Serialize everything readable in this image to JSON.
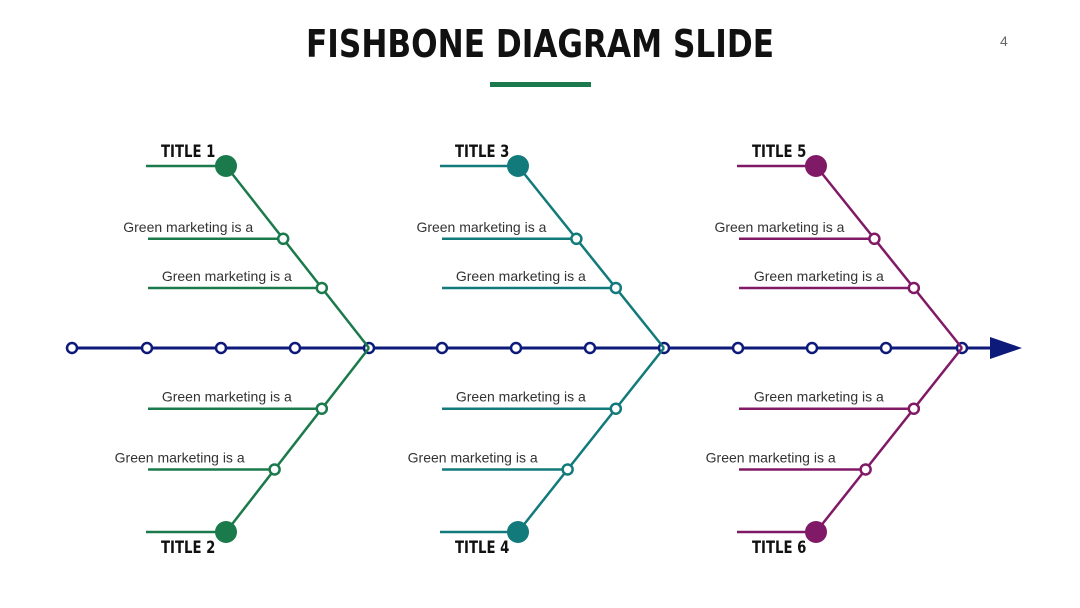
{
  "slide": {
    "title": "FISHBONE DIAGRAM SLIDE",
    "page_number": "4"
  },
  "colors": {
    "accent_green": "#1b7a4b",
    "spine": "#0d1a7a",
    "teal": "#127a7a",
    "purple": "#801a66"
  },
  "bones": [
    {
      "title": "TITLE 1",
      "color": "#1b7a4b",
      "labels": [
        "Green marketing is a",
        "Green marketing is a"
      ]
    },
    {
      "title": "TITLE 2",
      "color": "#1b7a4b",
      "labels": [
        "Green marketing is a",
        "Green marketing is a"
      ]
    },
    {
      "title": "TITLE 3",
      "color": "#127a7a",
      "labels": [
        "Green marketing is a",
        "Green marketing is a"
      ]
    },
    {
      "title": "TITLE 4",
      "color": "#127a7a",
      "labels": [
        "Green marketing is a",
        "Green marketing is a"
      ]
    },
    {
      "title": "TITLE 5",
      "color": "#801a66",
      "labels": [
        "Green marketing is a",
        "Green marketing is a"
      ]
    },
    {
      "title": "TITLE 6",
      "color": "#801a66",
      "labels": [
        "Green marketing is a",
        "Green marketing is a"
      ]
    }
  ]
}
